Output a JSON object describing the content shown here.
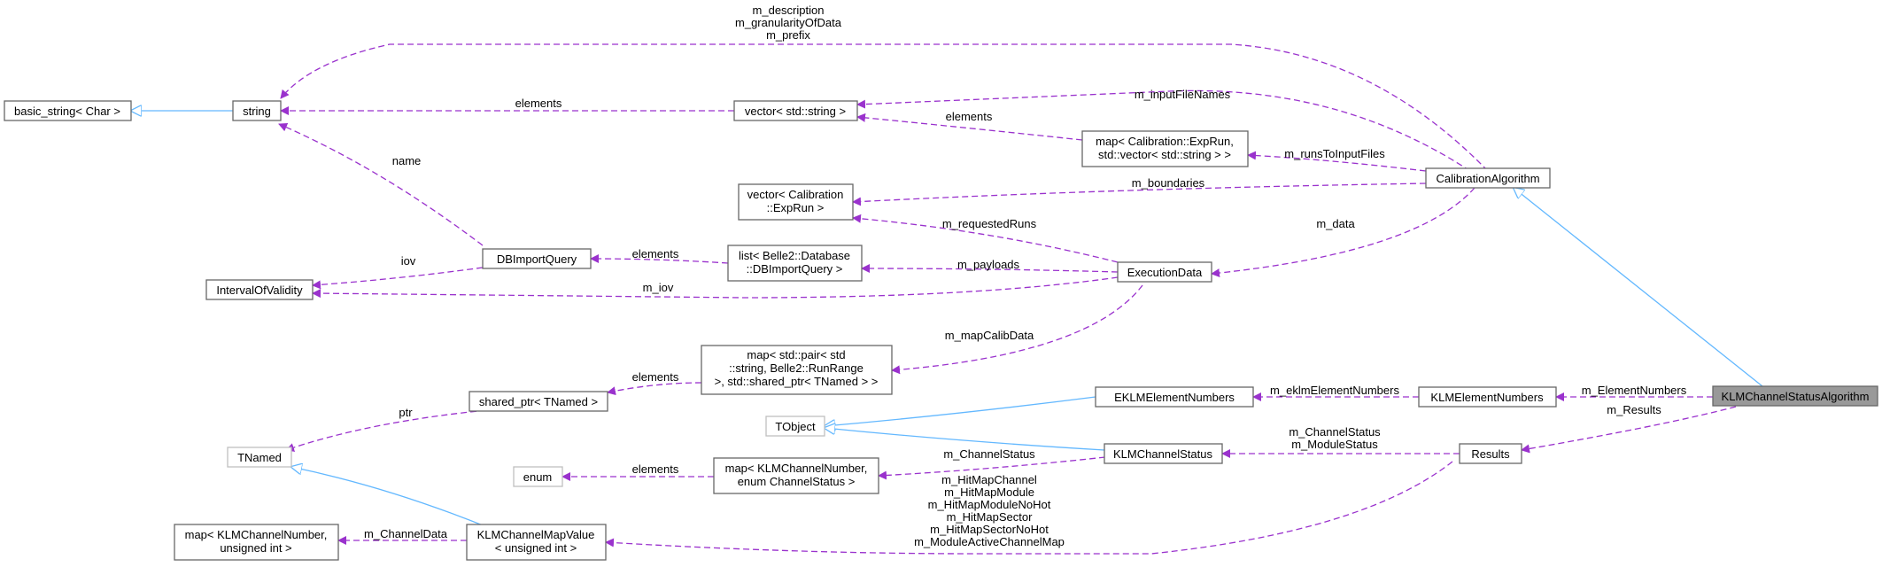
{
  "nodes": {
    "basic_string": "basic_string< Char >",
    "string": "string",
    "vector_string": "vector< std::string >",
    "map_exprun": [
      "map< Calibration::ExpRun,",
      "std::vector< std::string > >"
    ],
    "calibration_algorithm": "CalibrationAlgorithm",
    "vector_exprun": [
      "vector< Calibration",
      "::ExpRun >"
    ],
    "interval_of_validity": "IntervalOfValidity",
    "db_import_query": "DBImportQuery",
    "list_dbimport": [
      "list< Belle2::Database",
      "::DBImportQuery >"
    ],
    "execution_data": "ExecutionData",
    "map_pair": [
      "map< std::pair< std",
      "::string, Belle2::RunRange",
      ">, std::shared_ptr< TNamed > >"
    ],
    "shared_ptr": "shared_ptr< TNamed >",
    "tnamed": "TNamed",
    "tobject": "TObject",
    "eklm_element_numbers": "EKLMElementNumbers",
    "klm_element_numbers": "KLMElementNumbers",
    "klm_channel_status_algorithm": "KLMChannelStatusAlgorithm",
    "klm_channel_status": "KLMChannelStatus",
    "results": "Results",
    "enum": "enum",
    "map_klm_channel_status": [
      "map< KLMChannelNumber,",
      "enum ChannelStatus >"
    ],
    "map_klm_unsigned": [
      "map< KLMChannelNumber,",
      "unsigned int >"
    ],
    "klm_channel_map_value": [
      "KLMChannelMapValue",
      "< unsigned int >"
    ]
  },
  "edge_labels": {
    "desc_granularity_prefix": [
      "m_description",
      "m_granularityOfData",
      "m_prefix"
    ],
    "string_vector_elements": "elements",
    "input_file_names": "m_inputFileNames",
    "map_exprun_elements": "elements",
    "runs_to_input_files": "m_runsToInputFiles",
    "name": "name",
    "boundaries": "m_boundaries",
    "requested_runs": "m_requestedRuns",
    "data": "m_data",
    "iov": "iov",
    "list_elements": "elements",
    "payloads": "m_payloads",
    "m_iov": "m_iov",
    "map_calib_data": "m_mapCalibData",
    "map_pair_elements": "elements",
    "ptr": "ptr",
    "eklm_element_numbers": "m_eklmElementNumbers",
    "element_numbers": "m_ElementNumbers",
    "results": "m_Results",
    "channel_module_status": [
      "m_ChannelStatus",
      "m_ModuleStatus"
    ],
    "channel_status": "m_ChannelStatus",
    "enum_elements": "elements",
    "hit_maps": [
      "m_HitMapChannel",
      "m_HitMapModule",
      "m_HitMapModuleNoHot",
      "m_HitMapSector",
      "m_HitMapSectorNoHot",
      "m_ModuleActiveChannelMap"
    ],
    "channel_data": "m_ChannelData"
  },
  "colors": {
    "association_edge": "#9a32cd",
    "inheritance_edge": "#63b8ff",
    "node_border": "#666666",
    "external_node_border": "#bfbfbf",
    "focus_node_fill": "#999999"
  }
}
